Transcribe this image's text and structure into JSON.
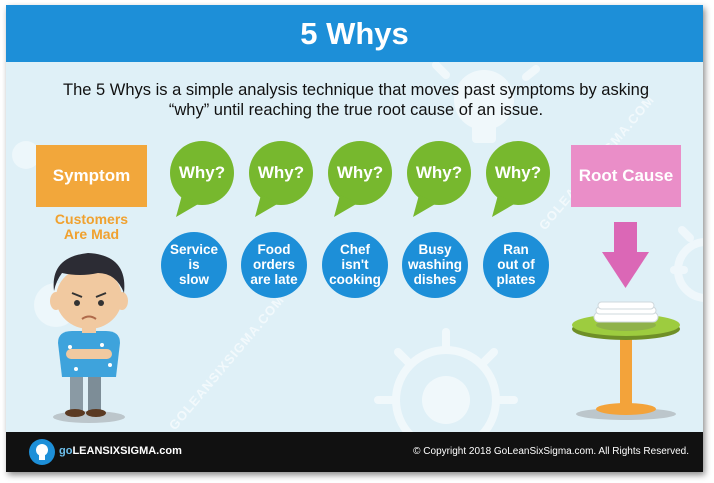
{
  "header": {
    "title": "5 Whys"
  },
  "intro": {
    "line1": "The 5 Whys is a simple analysis technique that moves past symptoms by asking",
    "line2": "“why” until reaching the true root cause of an issue."
  },
  "symptom": {
    "label": "Symptom",
    "desc_line1": "Customers",
    "desc_line2": "Are Mad"
  },
  "why_label": "Why?",
  "answers": [
    {
      "lines": [
        "Service",
        "is",
        "slow"
      ]
    },
    {
      "lines": [
        "Food",
        "orders",
        "are late"
      ]
    },
    {
      "lines": [
        "Chef",
        "isn't",
        "cooking"
      ]
    },
    {
      "lines": [
        "Busy",
        "washing",
        "dishes"
      ]
    },
    {
      "lines": [
        "Ran",
        "out of",
        "plates"
      ]
    }
  ],
  "root_cause": {
    "label": "Root Cause"
  },
  "watermark": "GOLEANSIXSIGMA.COM",
  "footer": {
    "logo_go": "go",
    "logo_rest": "LEANSIXSIGMA.com",
    "copyright": "© Copyright 2018 GoLeanSixSigma.com. All Rights Reserved."
  },
  "colors": {
    "header": "#1d8fd8",
    "background": "#dff0f7",
    "symptom": "#f2a73b",
    "root_cause": "#ea8ec8",
    "why_bubble": "#77b82e",
    "answer_circle": "#1d8fd8",
    "arrow": "#db67b6",
    "table": "#f3a33a",
    "footer": "#111111"
  },
  "icons": [
    "lightbulb-icon",
    "down-arrow-icon",
    "table-with-plates-icon",
    "upset-customer-illustration",
    "speech-bubble-icon"
  ]
}
